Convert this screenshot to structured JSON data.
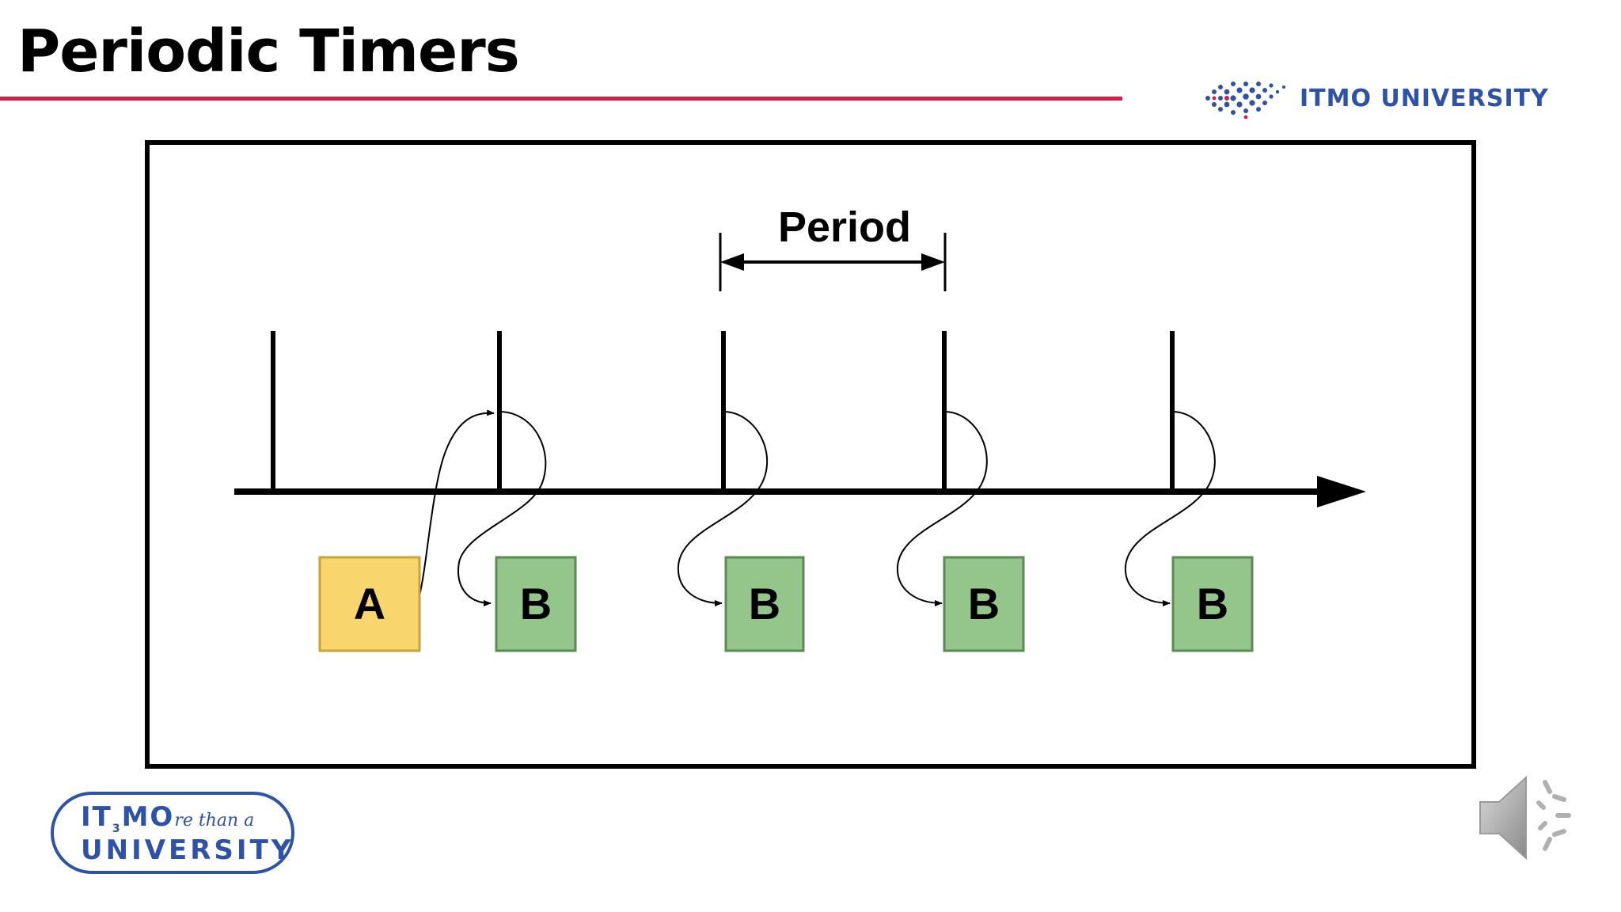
{
  "title": "Periodic Timers",
  "header_logo": {
    "text": "ITMO UNIVERSITY",
    "brand_color": "#2d52a8"
  },
  "accent_rule_color": "#d81b46",
  "diagram": {
    "period_label": "Period",
    "task_a": {
      "label": "A",
      "fill": "#f9d56e",
      "stroke": "#c9a23c"
    },
    "task_b": {
      "label": "B",
      "fill": "#94c68c",
      "stroke": "#5b8a54"
    },
    "tick_count": 5,
    "blocks": [
      "A",
      "B",
      "B",
      "B",
      "B"
    ]
  },
  "footer_logo": {
    "line1_prefix": "IT",
    "line1_superscript": "3",
    "line1_main": "MO",
    "line1_script": "re than a",
    "line2": "UNIVERSITY"
  },
  "audio_icon": "speaker-icon"
}
